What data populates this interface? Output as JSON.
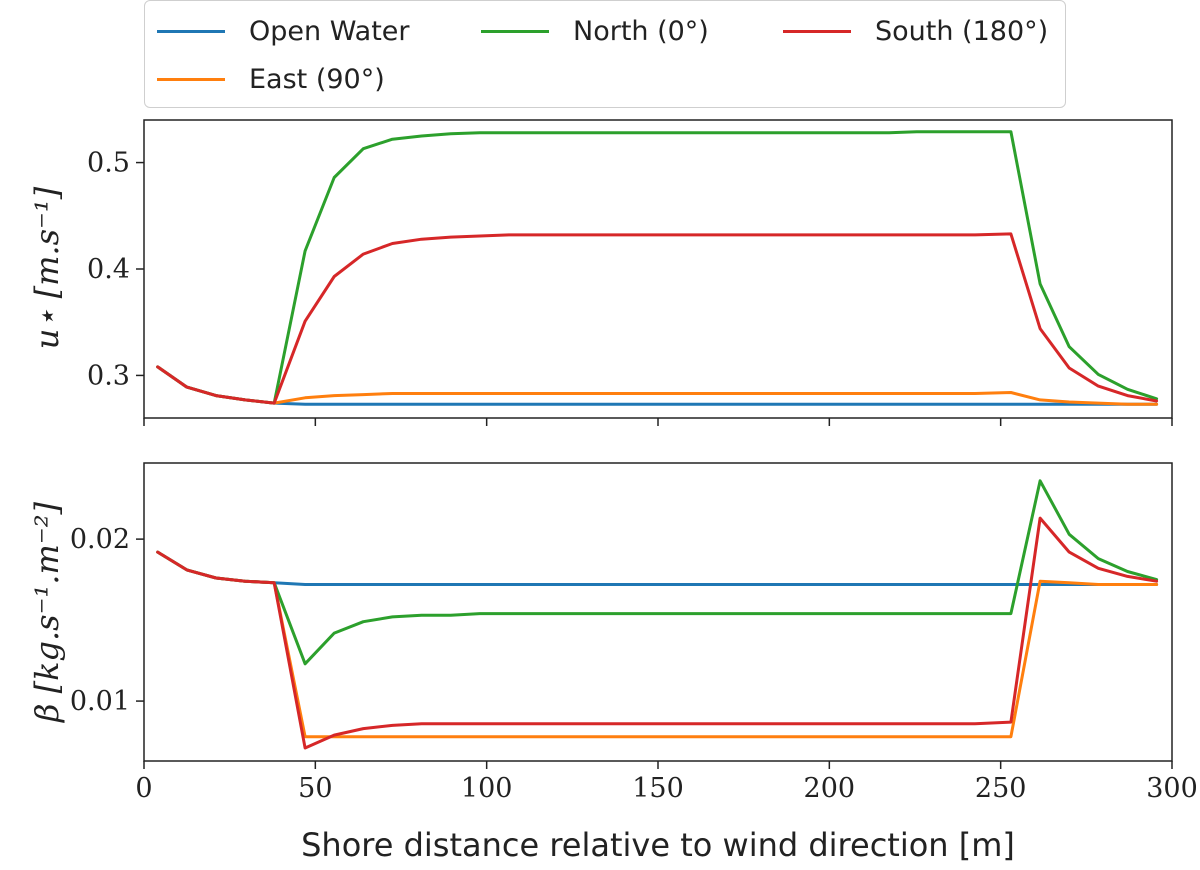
{
  "chart_data": [
    {
      "type": "line",
      "ylabel": "u⋆ [m.s⁻¹]",
      "xlim": [
        0,
        300
      ],
      "ylim": [
        0.26,
        0.54
      ],
      "yticks": [
        0.3,
        0.4,
        0.5
      ],
      "ytick_labels": [
        "0.3",
        "0.4",
        "0.5"
      ],
      "xticks": [
        0,
        50,
        100,
        150,
        200,
        250,
        300
      ],
      "grid": false,
      "x": [
        4,
        12.5,
        21,
        29.5,
        38,
        47,
        55.5,
        64,
        72.5,
        81,
        89.5,
        98,
        106.5,
        115,
        123.5,
        132,
        140.5,
        149,
        157.5,
        166,
        174.5,
        183,
        191.5,
        200,
        208.5,
        217,
        225.5,
        234,
        242.5,
        253,
        261.5,
        270,
        278.5,
        287,
        295.5
      ],
      "series": [
        {
          "name": "Open Water",
          "color": "#1f77b4",
          "values": [
            0.308,
            0.289,
            0.281,
            0.277,
            0.274,
            0.273,
            0.273,
            0.273,
            0.273,
            0.273,
            0.273,
            0.273,
            0.273,
            0.273,
            0.273,
            0.273,
            0.273,
            0.273,
            0.273,
            0.273,
            0.273,
            0.273,
            0.273,
            0.273,
            0.273,
            0.273,
            0.273,
            0.273,
            0.273,
            0.273,
            0.273,
            0.273,
            0.273,
            0.273,
            0.273
          ]
        },
        {
          "name": "East (90°)",
          "color": "#ff7f0e",
          "values": [
            0.308,
            0.289,
            0.281,
            0.277,
            0.274,
            0.279,
            0.281,
            0.282,
            0.283,
            0.283,
            0.283,
            0.283,
            0.283,
            0.283,
            0.283,
            0.283,
            0.283,
            0.283,
            0.283,
            0.283,
            0.283,
            0.283,
            0.283,
            0.283,
            0.283,
            0.283,
            0.283,
            0.283,
            0.283,
            0.284,
            0.277,
            0.275,
            0.274,
            0.273,
            0.273
          ]
        },
        {
          "name": "North (0°)",
          "color": "#2ca02c",
          "values": [
            0.308,
            0.289,
            0.281,
            0.277,
            0.274,
            0.417,
            0.486,
            0.513,
            0.522,
            0.525,
            0.527,
            0.528,
            0.528,
            0.528,
            0.528,
            0.528,
            0.528,
            0.528,
            0.528,
            0.528,
            0.528,
            0.528,
            0.528,
            0.528,
            0.528,
            0.528,
            0.529,
            0.529,
            0.529,
            0.529,
            0.386,
            0.327,
            0.301,
            0.287,
            0.278
          ]
        },
        {
          "name": "South (180°)",
          "color": "#d62728",
          "values": [
            0.308,
            0.289,
            0.281,
            0.277,
            0.274,
            0.351,
            0.393,
            0.414,
            0.424,
            0.428,
            0.43,
            0.431,
            0.432,
            0.432,
            0.432,
            0.432,
            0.432,
            0.432,
            0.432,
            0.432,
            0.432,
            0.432,
            0.432,
            0.432,
            0.432,
            0.432,
            0.432,
            0.432,
            0.432,
            0.433,
            0.344,
            0.307,
            0.29,
            0.281,
            0.276
          ]
        }
      ]
    },
    {
      "type": "line",
      "xlabel": "Shore distance relative to wind direction [m]",
      "ylabel": "β [kg.s⁻¹.m⁻²]",
      "xlim": [
        0,
        300
      ],
      "ylim": [
        0.0063,
        0.0247
      ],
      "yticks": [
        0.01,
        0.02
      ],
      "ytick_labels": [
        "0.01",
        "0.02"
      ],
      "xticks": [
        0,
        50,
        100,
        150,
        200,
        250,
        300
      ],
      "xtick_labels": [
        "0",
        "50",
        "100",
        "150",
        "200",
        "250",
        "300"
      ],
      "grid": false,
      "x": [
        4,
        12.5,
        21,
        29.5,
        38,
        47,
        55.5,
        64,
        72.5,
        81,
        89.5,
        98,
        106.5,
        115,
        123.5,
        132,
        140.5,
        149,
        157.5,
        166,
        174.5,
        183,
        191.5,
        200,
        208.5,
        217,
        225.5,
        234,
        242.5,
        253,
        261.5,
        270,
        278.5,
        287,
        295.5
      ],
      "series": [
        {
          "name": "Open Water",
          "color": "#1f77b4",
          "values": [
            0.0192,
            0.0181,
            0.0176,
            0.0174,
            0.0173,
            0.0172,
            0.0172,
            0.0172,
            0.0172,
            0.0172,
            0.0172,
            0.0172,
            0.0172,
            0.0172,
            0.0172,
            0.0172,
            0.0172,
            0.0172,
            0.0172,
            0.0172,
            0.0172,
            0.0172,
            0.0172,
            0.0172,
            0.0172,
            0.0172,
            0.0172,
            0.0172,
            0.0172,
            0.0172,
            0.0172,
            0.0172,
            0.0172,
            0.0172,
            0.0172
          ]
        },
        {
          "name": "East (90°)",
          "color": "#ff7f0e",
          "values": [
            0.0192,
            0.0181,
            0.0176,
            0.0174,
            0.0173,
            0.0078,
            0.0078,
            0.0078,
            0.0078,
            0.0078,
            0.0078,
            0.0078,
            0.0078,
            0.0078,
            0.0078,
            0.0078,
            0.0078,
            0.0078,
            0.0078,
            0.0078,
            0.0078,
            0.0078,
            0.0078,
            0.0078,
            0.0078,
            0.0078,
            0.0078,
            0.0078,
            0.0078,
            0.0078,
            0.0174,
            0.0173,
            0.0172,
            0.0172,
            0.0172
          ]
        },
        {
          "name": "North (0°)",
          "color": "#2ca02c",
          "values": [
            0.0192,
            0.0181,
            0.0176,
            0.0174,
            0.0173,
            0.0123,
            0.0142,
            0.0149,
            0.0152,
            0.0153,
            0.0153,
            0.0154,
            0.0154,
            0.0154,
            0.0154,
            0.0154,
            0.0154,
            0.0154,
            0.0154,
            0.0154,
            0.0154,
            0.0154,
            0.0154,
            0.0154,
            0.0154,
            0.0154,
            0.0154,
            0.0154,
            0.0154,
            0.0154,
            0.0236,
            0.0203,
            0.0188,
            0.018,
            0.0175
          ]
        },
        {
          "name": "South (180°)",
          "color": "#d62728",
          "values": [
            0.0192,
            0.0181,
            0.0176,
            0.0174,
            0.0173,
            0.0071,
            0.0079,
            0.0083,
            0.0085,
            0.0086,
            0.0086,
            0.0086,
            0.0086,
            0.0086,
            0.0086,
            0.0086,
            0.0086,
            0.0086,
            0.0086,
            0.0086,
            0.0086,
            0.0086,
            0.0086,
            0.0086,
            0.0086,
            0.0086,
            0.0086,
            0.0086,
            0.0086,
            0.0087,
            0.0213,
            0.0192,
            0.0182,
            0.0177,
            0.0174
          ]
        }
      ]
    }
  ],
  "legend": {
    "placement": "top",
    "entries": [
      {
        "label": "Open Water",
        "color": "#1f77b4"
      },
      {
        "label": "North (0°)",
        "color": "#2ca02c"
      },
      {
        "label": "South (180°)",
        "color": "#d62728"
      },
      {
        "label": "East (90°)",
        "color": "#ff7f0e"
      }
    ]
  }
}
